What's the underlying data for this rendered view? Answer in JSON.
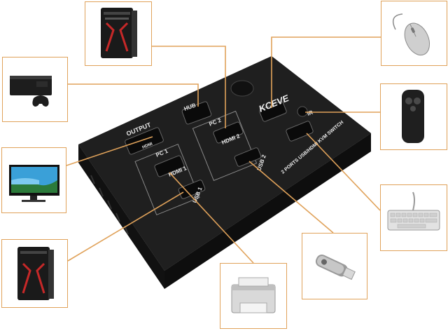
{
  "device": {
    "brand": "KCEVE",
    "model_label": "2 PORTS USB/HDMI KVM SWITCH",
    "ports": {
      "output": "OUTPUT",
      "output_sub": "HDMI",
      "hub": "HUB",
      "pc1": "PC 1",
      "pc2": "PC 2",
      "hdmi1": "HDMI 1",
      "hdmi2": "HDMI 2",
      "usb1": "USB 1",
      "usb2": "USB 2",
      "ir": "IR"
    }
  },
  "peripherals": [
    {
      "name": "pc-tower-top",
      "icon": "pc-tower-icon"
    },
    {
      "name": "game-console",
      "icon": "game-console-icon"
    },
    {
      "name": "monitor",
      "icon": "monitor-icon"
    },
    {
      "name": "pc-tower-bottom",
      "icon": "pc-tower-icon"
    },
    {
      "name": "printer",
      "icon": "printer-icon"
    },
    {
      "name": "usb-drive",
      "icon": "usb-drive-icon"
    },
    {
      "name": "keyboard",
      "icon": "keyboard-icon"
    },
    {
      "name": "remote",
      "icon": "remote-control-icon"
    },
    {
      "name": "mouse",
      "icon": "mouse-icon"
    }
  ],
  "colors": {
    "connector_line": "#e0a25a",
    "device_body": "#1c1c1c",
    "device_top": "#262626"
  }
}
